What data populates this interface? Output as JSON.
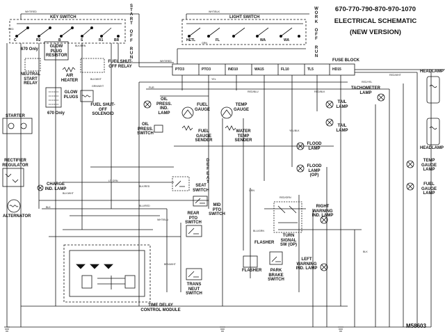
{
  "title": {
    "models": "670-770-790-870-970-1070",
    "heading": "ELECTRICAL SCHEMATIC",
    "version": "(NEW VERSION)",
    "part_number": "M58603"
  },
  "switches": {
    "key_switch": "KEY SWITCH",
    "key_positions": [
      "S",
      "T",
      "A",
      "R",
      "T",
      "",
      "O",
      "F",
      "F",
      "",
      "R",
      "U",
      "N"
    ],
    "key_terminals": [
      "C",
      "R2",
      "B",
      "S",
      "R1",
      "BR"
    ],
    "light_switch": "LIGHT SWITCH",
    "light_positions": [
      "W",
      "O",
      "R",
      "K",
      "",
      "O",
      "F",
      "F",
      "",
      "R",
      "U",
      "N"
    ],
    "light_terminals": [
      "HETL",
      "FL",
      "WA",
      "WA"
    ]
  },
  "components": {
    "glow_plug_resistor": "GLOW\nPLUG\nRESISTOR",
    "only_670_a": "670 Only",
    "only_670_b": "670 Only",
    "air_heater": "AIR\nHEATER",
    "neutral_start_relay": "NEUTRAL\nSTART\nRELAY",
    "glow_plugs": "GLOW\nPLUGS",
    "fuel_shutoff_relay": "FUEL SHUT-\nOFF RELAY",
    "fuel_shutoff_solenoid": "FUEL SHUT-\nOFF\nSOLENOID",
    "starter": "STARTER",
    "rectifier_regulator": "RECTIFIER\nREGULATOR",
    "alternator": "ALTERNATOR",
    "charge_ind_lamp": "CHARGE\nIND. LAMP",
    "oil_press_ind_lamp": "OIL\nPRESS.\nIND.\nLAMP",
    "oil_press_switch": "OIL\nPRESS.\nSWITCH",
    "fuel_gauge": "FUEL\nGAUGE",
    "temp_gauge": "TEMP\nGAUGE",
    "fuel_gauge_sender": "FUEL\nGAUGE\nSENDER",
    "water_temp_sender": "WATER\nTEMP\nSENDER",
    "seat_switch": "SEAT\nSWITCH",
    "defeat": [
      "D",
      "E",
      "F",
      "E",
      "A",
      "T"
    ],
    "mid_pto_switch": "MID\nPTO\nSWITCH",
    "rear_pto_switch": "REAR\nPTO\nSWITCH",
    "trans_neut_switch": "TRANS\nNEUT\nSWITCH",
    "time_delay_module": "TIME DELAY\nCONTROL MODULE",
    "fuse_block": "FUSE BLOCK",
    "fuses": [
      "PTO3",
      "PTO3",
      "IND10",
      "WA15",
      "FL10",
      "TL5",
      "HD15"
    ],
    "tachometer_lamp": "TACHOMETER\nLAMP",
    "tail_lamp_1": "TAIL\nLAMP",
    "tail_lamp_2": "TAIL\nLAMP",
    "flood_lamp": "FLOOD\nLAMP",
    "flood_lamp_op": "FLOOD\nLAMP\n(OP)",
    "right_warning_lamp": "RIGHT\nWARNING\nIND. LAMP",
    "left_warning_lamp": "LEFT\nWARNING\nIND. LAMP",
    "turn_signal_sw": "TURN\nSIGNAL\nSW (OP)",
    "flasher": "FLASHER",
    "flasher_2": "FLASHER",
    "park_brake_switch": "PARK\nBRAKE\nSWITCH",
    "headlamp_1": "HEADLAMP",
    "headlamp_2": "HEADLAMP",
    "temp_gauge_lamp": "TEMP\nGAUGE\nLAMP",
    "fuel_gauge_lamp": "FUEL\nGAUGE\nLAMP"
  },
  "wires": {
    "w1": "WHT/RED",
    "w2": "RED",
    "w3": "BLK/BRN",
    "w4": "WHT/RED",
    "w5": "WHT/BLK",
    "w6": "YEL",
    "w7": "BLK",
    "w8": "BLK/WHT",
    "w9": "GRN/WHT",
    "w10": "RED/BLU",
    "w11": "PUR",
    "w12": "RED/YEL",
    "w13": "LT. GRN",
    "w14": "BLK/RED",
    "w15": "BLU/RED",
    "w16": "GRN",
    "w17": "RED/BLK",
    "w18": "ORN",
    "w19": "WHT/BLU",
    "w20": "BLK/WHT",
    "w21": "BLU/GRN",
    "w22": "RED/WHT",
    "w23": "BRN/WHT",
    "w24": "YEL/BLK",
    "w25": "RED/GRN",
    "w26": "BLK"
  }
}
